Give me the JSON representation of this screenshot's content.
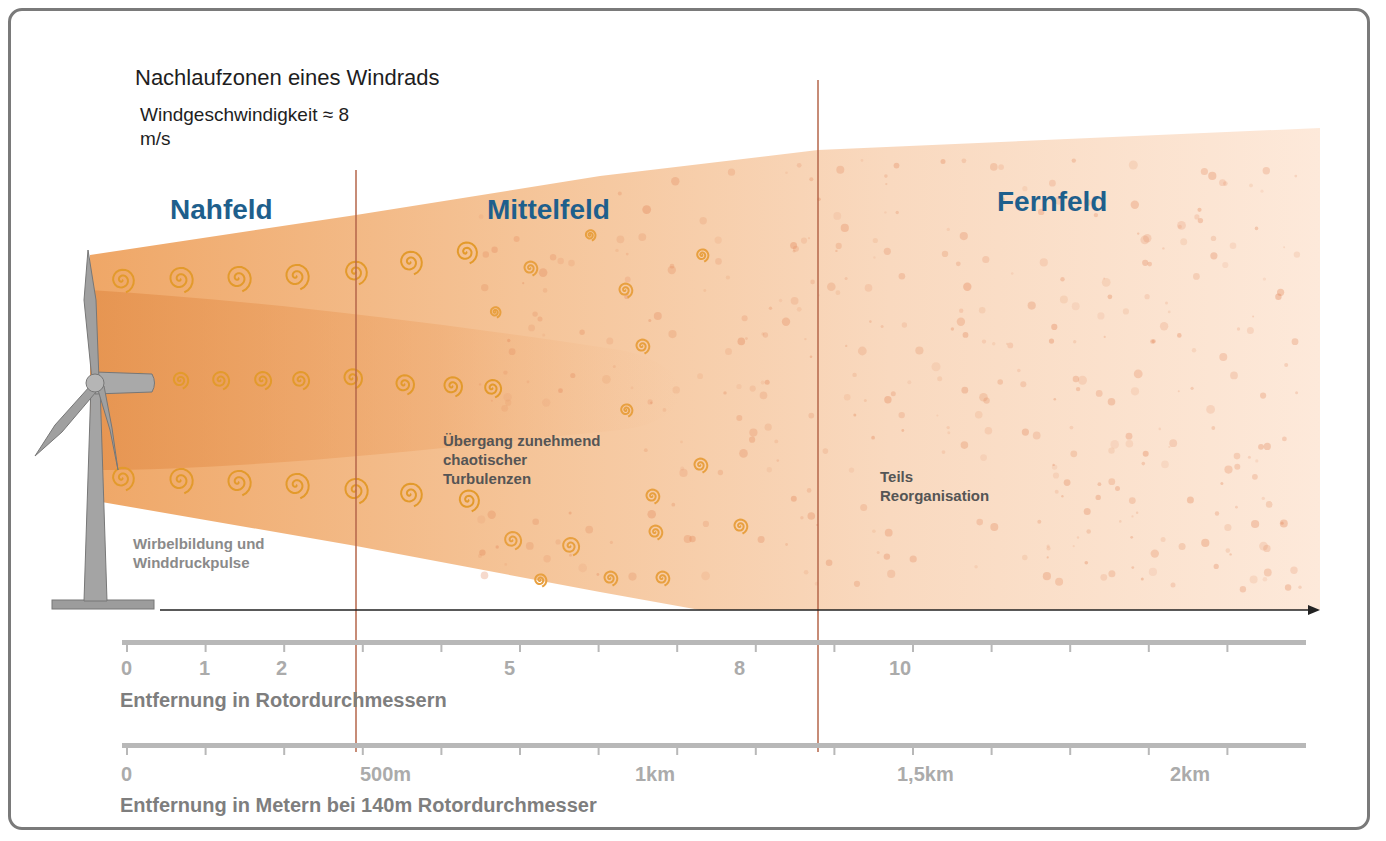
{
  "diagram": {
    "title": "Nachlaufzonen eines Windrads",
    "labels": [
      "Windgeschwindigkeit ≈ 8 m/s",
      "Nahfeld",
      "Mittelfeld",
      "Fernfeld",
      "Wirbelbildung und Winddruckpulse",
      "Übergang zunehmend chaotischer Turbulenzen",
      "Teils Reorganisation",
      "0",
      "1",
      "2",
      "5",
      "8",
      "10",
      "Entfernung in Rotordurchmessern",
      "0",
      "500m",
      "1km",
      "1,5km",
      "2km",
      "Entfernung in Metern bei 140m Rotordurchmesser"
    ]
  }
}
